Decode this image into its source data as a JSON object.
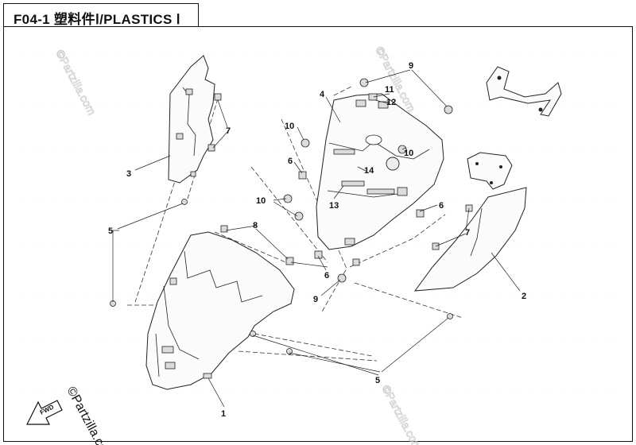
{
  "header": {
    "title": "F04-1 塑料件Ⅰ/PLASTICS Ⅰ"
  },
  "watermark": {
    "text": "©Partzilla.com",
    "corner_text": "©Partzilla.com",
    "color": "#c9c9c9"
  },
  "direction_label": "FWD",
  "callouts": [
    {
      "id": "1",
      "label": "1"
    },
    {
      "id": "2",
      "label": "2"
    },
    {
      "id": "3",
      "label": "3"
    },
    {
      "id": "4",
      "label": "4"
    },
    {
      "id": "5a",
      "label": "5"
    },
    {
      "id": "5b",
      "label": "5"
    },
    {
      "id": "6a",
      "label": "6"
    },
    {
      "id": "6b",
      "label": "6"
    },
    {
      "id": "6c",
      "label": "6"
    },
    {
      "id": "7a",
      "label": "7"
    },
    {
      "id": "7b",
      "label": "7"
    },
    {
      "id": "8",
      "label": "8"
    },
    {
      "id": "9a",
      "label": "9"
    },
    {
      "id": "9b",
      "label": "9"
    },
    {
      "id": "10a",
      "label": "10"
    },
    {
      "id": "10b",
      "label": "10"
    },
    {
      "id": "10c",
      "label": "10"
    },
    {
      "id": "11",
      "label": "11"
    },
    {
      "id": "12",
      "label": "12"
    },
    {
      "id": "13",
      "label": "13"
    },
    {
      "id": "14",
      "label": "14"
    }
  ]
}
